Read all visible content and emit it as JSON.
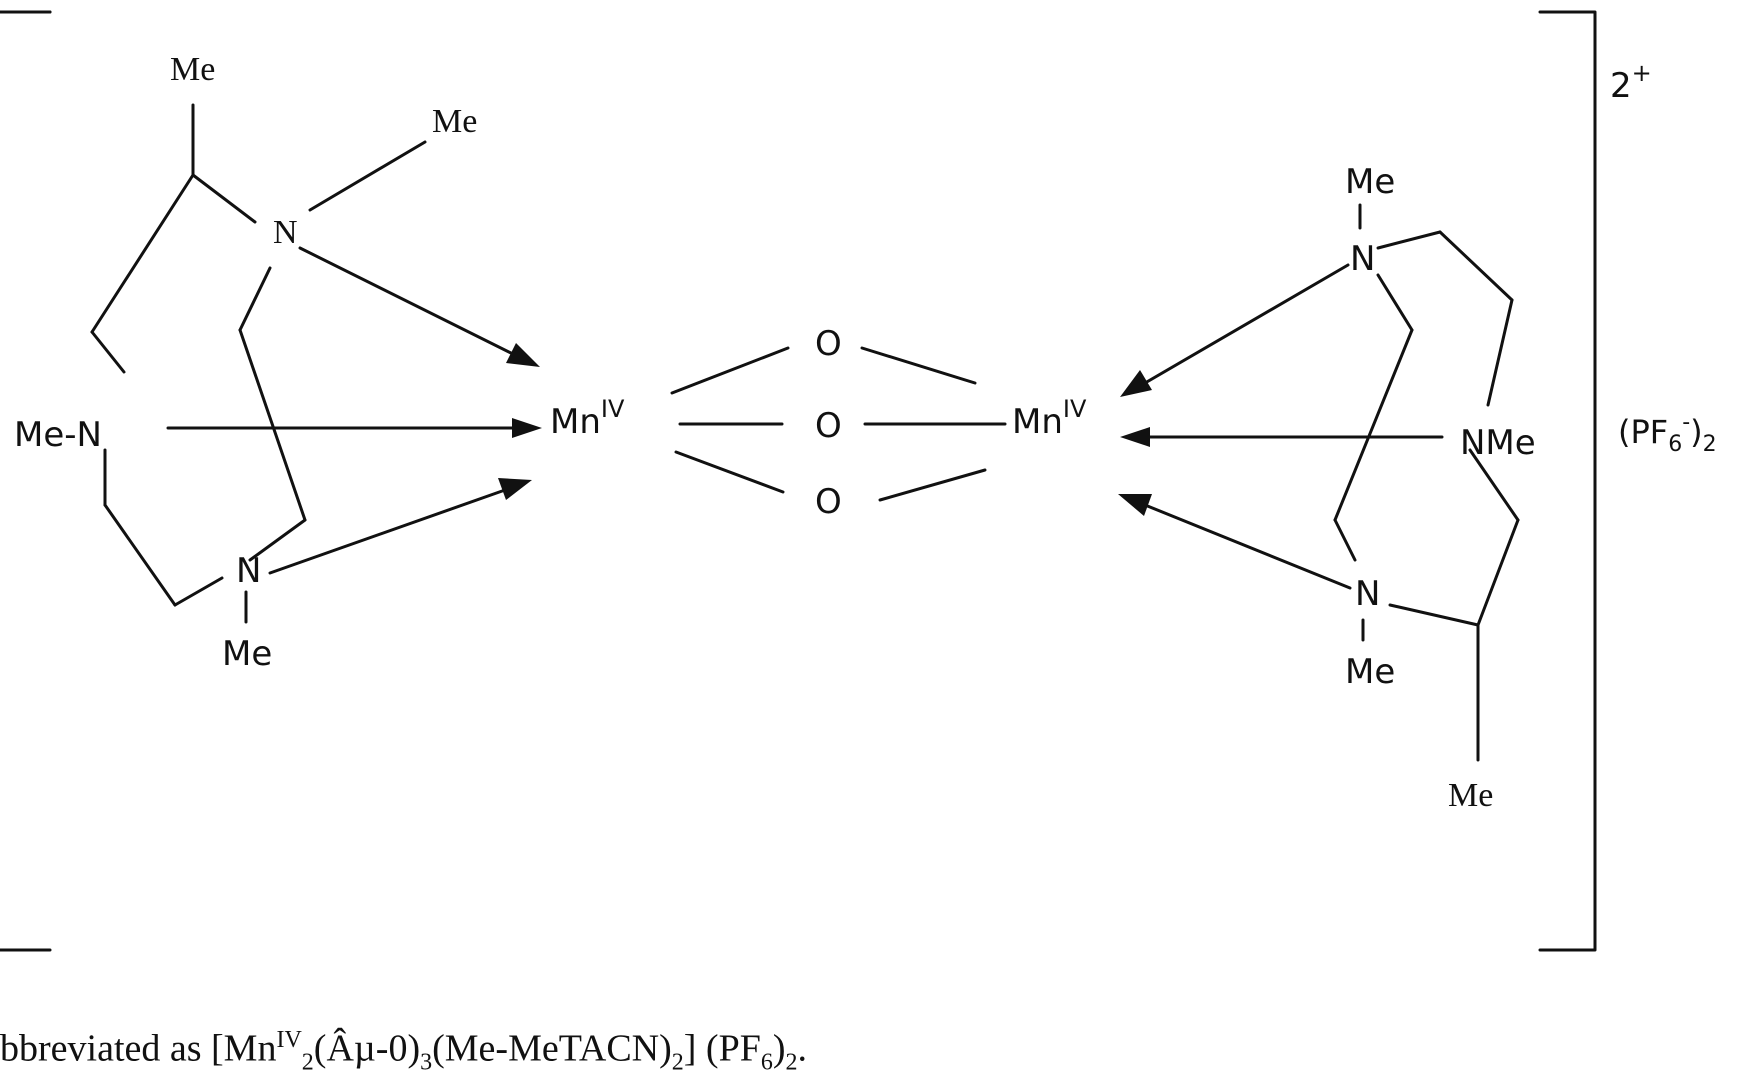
{
  "labels": {
    "me_top": "Me",
    "me_top_right": "Me",
    "n_top_left": "N",
    "me_n_left": "Me-N",
    "n_bottom_left": "N",
    "me_bottom_left": "Me",
    "mn_left": "Mn",
    "mn_left_sup": "IV",
    "mn_right": "Mn",
    "mn_right_sup": "IV",
    "o_top": "O",
    "o_mid": "O",
    "o_bot": "O",
    "me_right_top": "Me",
    "n_right_top": "N",
    "nme_right": "NMe",
    "n_right_bottom": "N",
    "me_right_bottom": "Me",
    "me_right_lower": "Me",
    "charge": "2",
    "charge_sup": "+",
    "counterion_open": "(PF",
    "counterion_sub": "6",
    "counterion_sup": "-",
    "counterion_close": ")",
    "counterion_sub2": "2"
  },
  "caption": {
    "part1": "bbreviated as [Mn",
    "sup1": "IV",
    "sub1": "2",
    "part2": "(Âµ-0)",
    "sub2": "3",
    "part3": "(Me-MeTACN)",
    "sub3": "2",
    "part4": "] (PF",
    "sub4": "6",
    "part5": ")",
    "sub5": "2",
    "part6": "."
  }
}
